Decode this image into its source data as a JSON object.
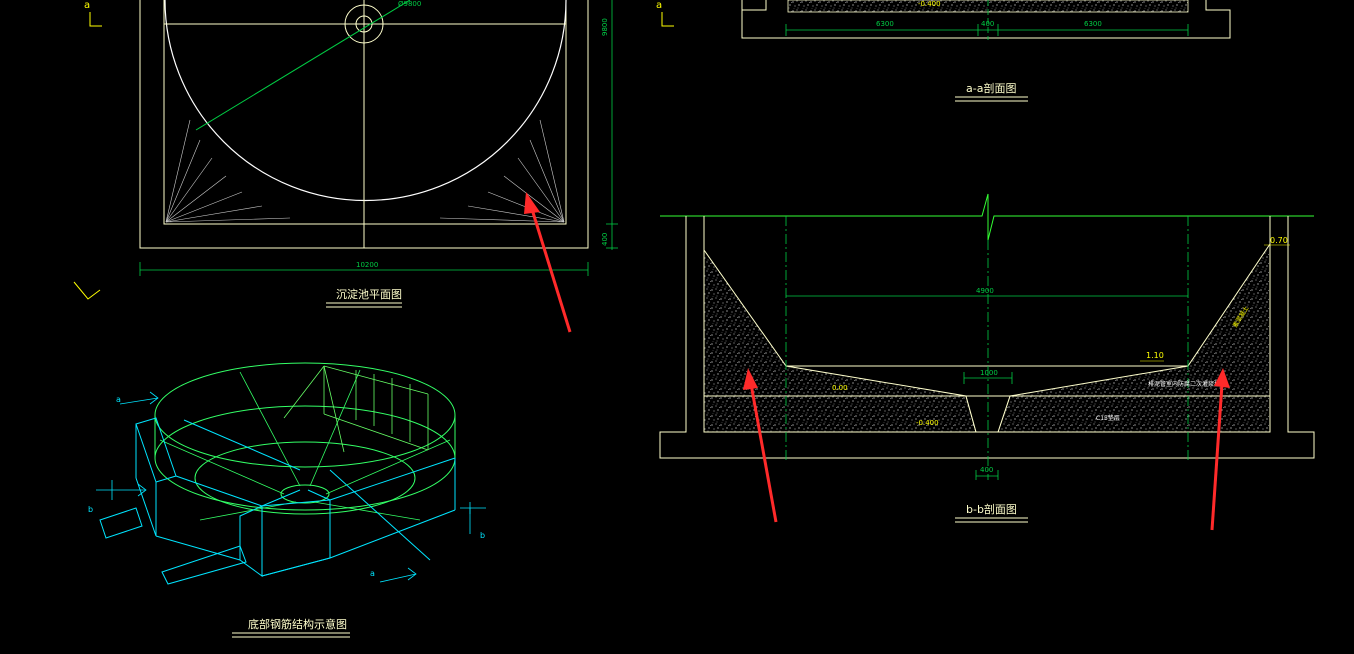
{
  "colors": {
    "background": "#000000",
    "outline": "#ffffcc",
    "dimension": "#00cc44",
    "centerline": "#33ff33",
    "annotation": "#ffff00",
    "isometric_cyan": "#00e5ff",
    "isometric_green": "#33ff66",
    "arrow": "#ff2a2a",
    "hatch": "#e6e6e6"
  },
  "plan_view": {
    "title": "沉淀池平面图",
    "section_mark_a": "a",
    "dim_bottom": "10200",
    "dim_right_top": "9800",
    "dim_right_bottom": "400",
    "dim_diameter": "Ø9800"
  },
  "section_aa": {
    "title": "a-a剖面图",
    "dim_left": "6300",
    "dim_mid": "400",
    "dim_right": "6300",
    "elev_label": "-0.400",
    "section_mark_a": "a"
  },
  "section_bb": {
    "title": "b-b剖面图",
    "dim_top": "4900",
    "dim_center": "1000",
    "dim_bottom": "400",
    "elev_top_right": "0.70",
    "elev_mid_right": "1.10",
    "elev_left": "0.00",
    "elev_bottom": "-0.400",
    "note_slope": "素混凝土",
    "note_right": "排泥管室内防腐二次灌浆找坡",
    "note_base": "C15垫层"
  },
  "isometric": {
    "title": "底部钢筋结构示意图",
    "mark_a": "a",
    "mark_b_left": "b",
    "mark_b_right": "b",
    "mark_a_bottom": "a"
  }
}
